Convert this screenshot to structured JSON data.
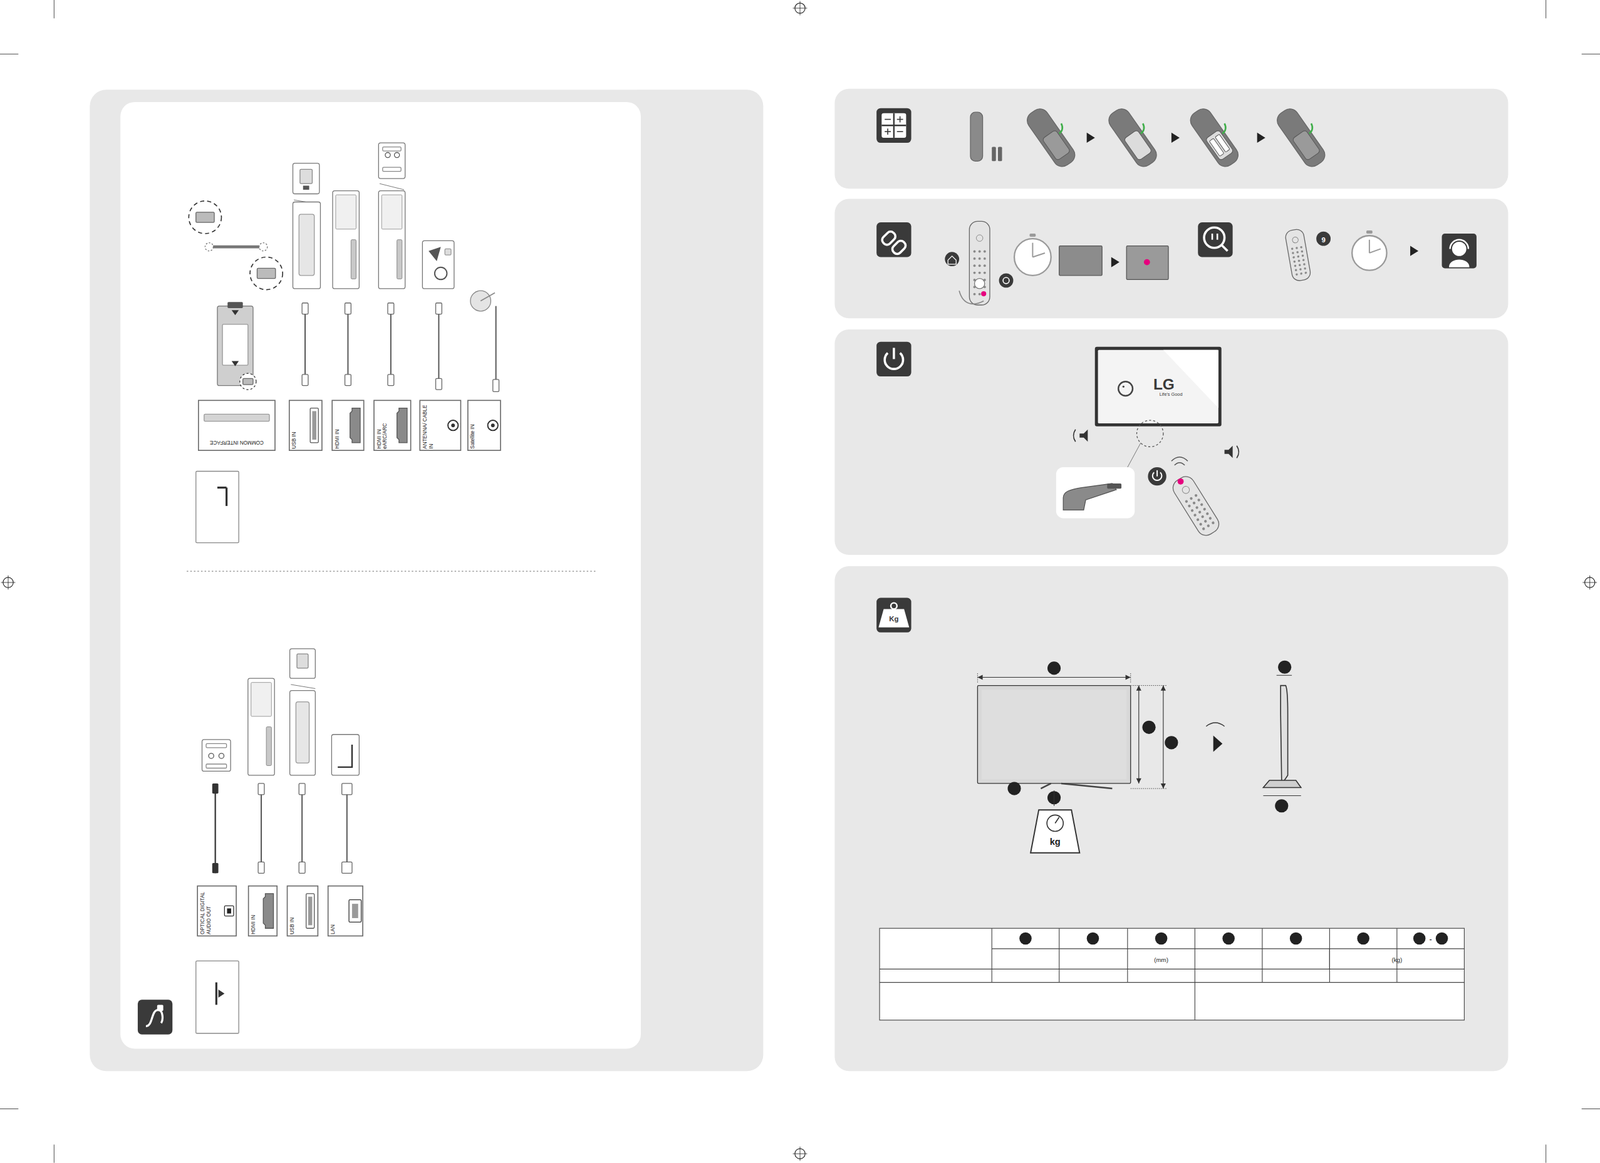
{
  "diagram": {
    "nodes": [
      {
        "text": [
          "COMMON INTERFACE"
        ]
      },
      {
        "text": [
          "USB IN"
        ]
      },
      {
        "text": [
          "HDMI IN"
        ]
      },
      {
        "text": [
          "HDMI IN eARC/ARC"
        ]
      },
      {
        "text": [
          "ANTENNA/ CABLE IN"
        ]
      },
      {
        "text": [
          "Satellite IN"
        ]
      },
      {
        "text": [
          "OPTICAL DIGITAL AUDIO OUT"
        ]
      },
      {
        "text": [
          "HDMI IN"
        ]
      },
      {
        "text": [
          "USB IN"
        ]
      },
      {
        "text": [
          "LAN"
        ]
      },
      {
        "text": [
          "LG",
          "Life's Good"
        ]
      },
      {
        "text": [
          "Kg"
        ]
      }
    ],
    "labels": [
      "9",
      "kg",
      "-",
      "(mm)",
      "(kg)"
    ]
  }
}
